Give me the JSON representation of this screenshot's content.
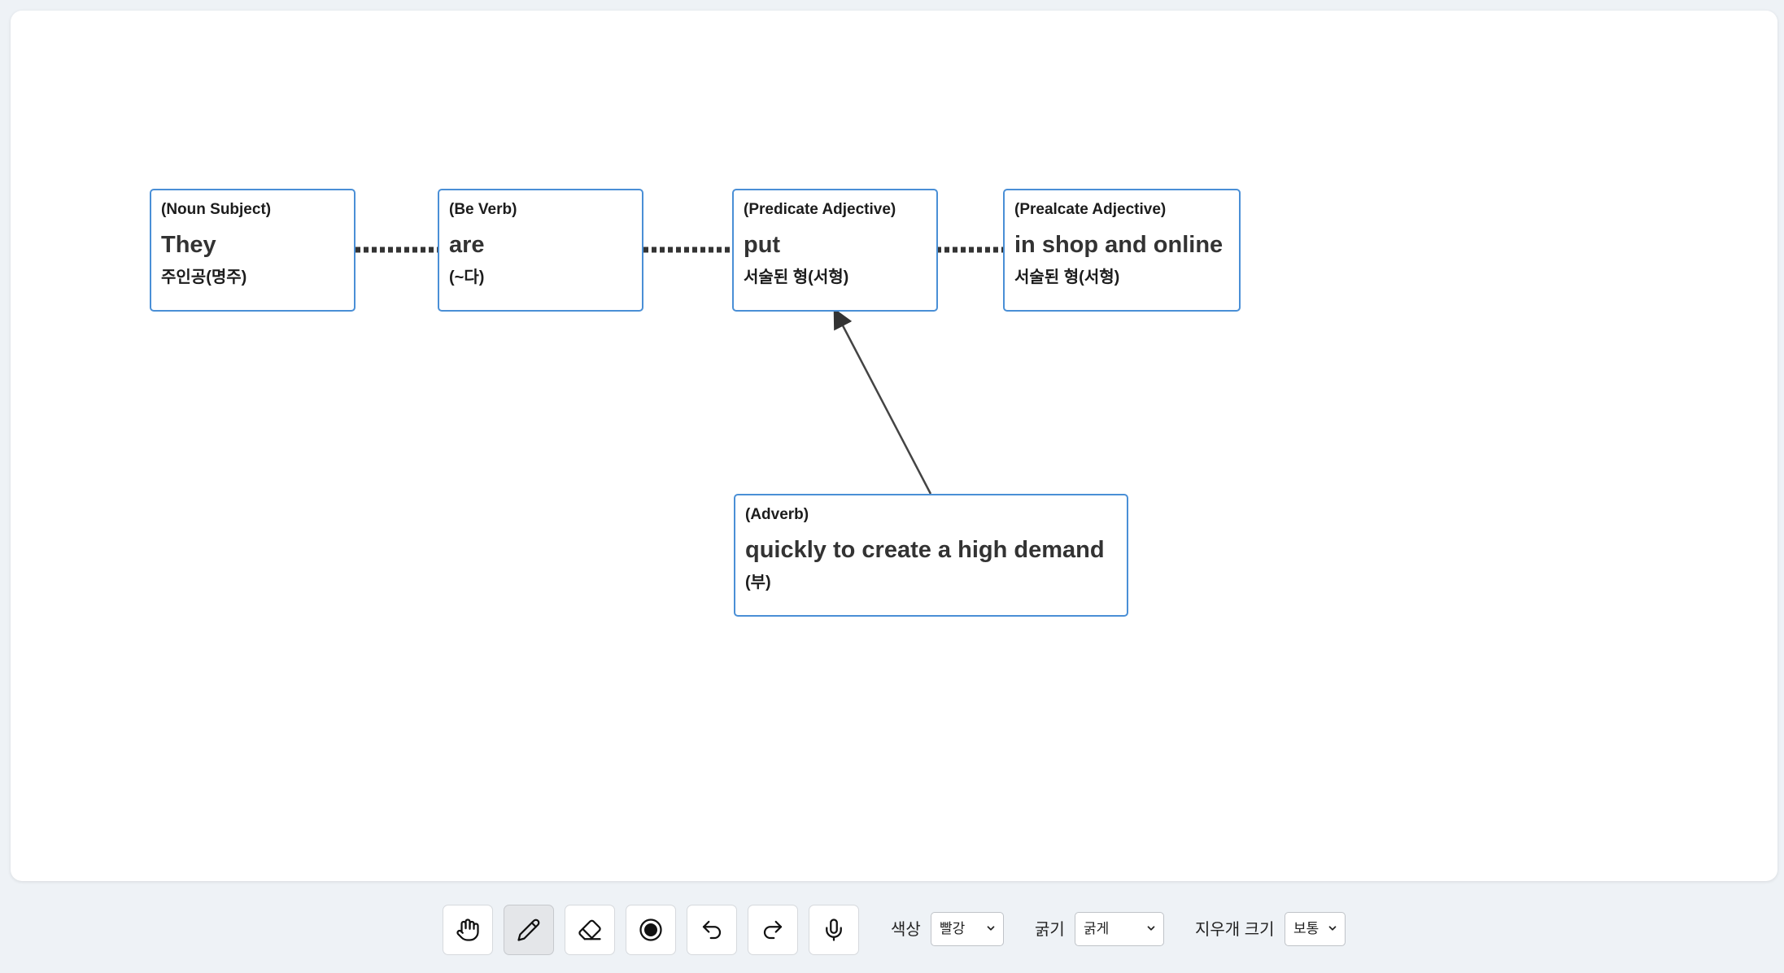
{
  "diagram": {
    "nodes": [
      {
        "id": "subject",
        "role": "(Noun Subject)",
        "word": "They",
        "korean": "주인공(명주)"
      },
      {
        "id": "verb",
        "role": "(Be Verb)",
        "word": "are",
        "korean": "(~다)"
      },
      {
        "id": "pred1",
        "role": "(Predicate Adjective)",
        "word": "put",
        "korean": "서술된 형(서형)"
      },
      {
        "id": "pred2",
        "role": "(Prealcate Adjective)",
        "word": "in shop and online",
        "korean": "서술된 형(서형)"
      },
      {
        "id": "adverb",
        "role": "(Adverb)",
        "word": "quickly to create a high demand",
        "korean": "(부)"
      }
    ],
    "edges": [
      {
        "from": "subject",
        "to": "verb",
        "style": "dotted"
      },
      {
        "from": "verb",
        "to": "pred1",
        "style": "dotted"
      },
      {
        "from": "pred1",
        "to": "pred2",
        "style": "dotted"
      },
      {
        "from": "adverb",
        "to": "pred1",
        "style": "arrow"
      }
    ],
    "colors": {
      "node_border": "#4a8fd6",
      "connector": "#333333"
    }
  },
  "toolbar": {
    "tools": [
      {
        "name": "hand-icon",
        "active": false
      },
      {
        "name": "pencil-icon",
        "active": true
      },
      {
        "name": "eraser-icon",
        "active": false
      },
      {
        "name": "record-icon",
        "active": false
      },
      {
        "name": "undo-icon",
        "active": false
      },
      {
        "name": "redo-icon",
        "active": false
      },
      {
        "name": "microphone-icon",
        "active": false
      }
    ],
    "color_label": "색상",
    "color_value": "빨강",
    "thickness_label": "굵기",
    "thickness_value": "굵게",
    "eraser_size_label": "지우개 크기",
    "eraser_size_value": "보통"
  }
}
